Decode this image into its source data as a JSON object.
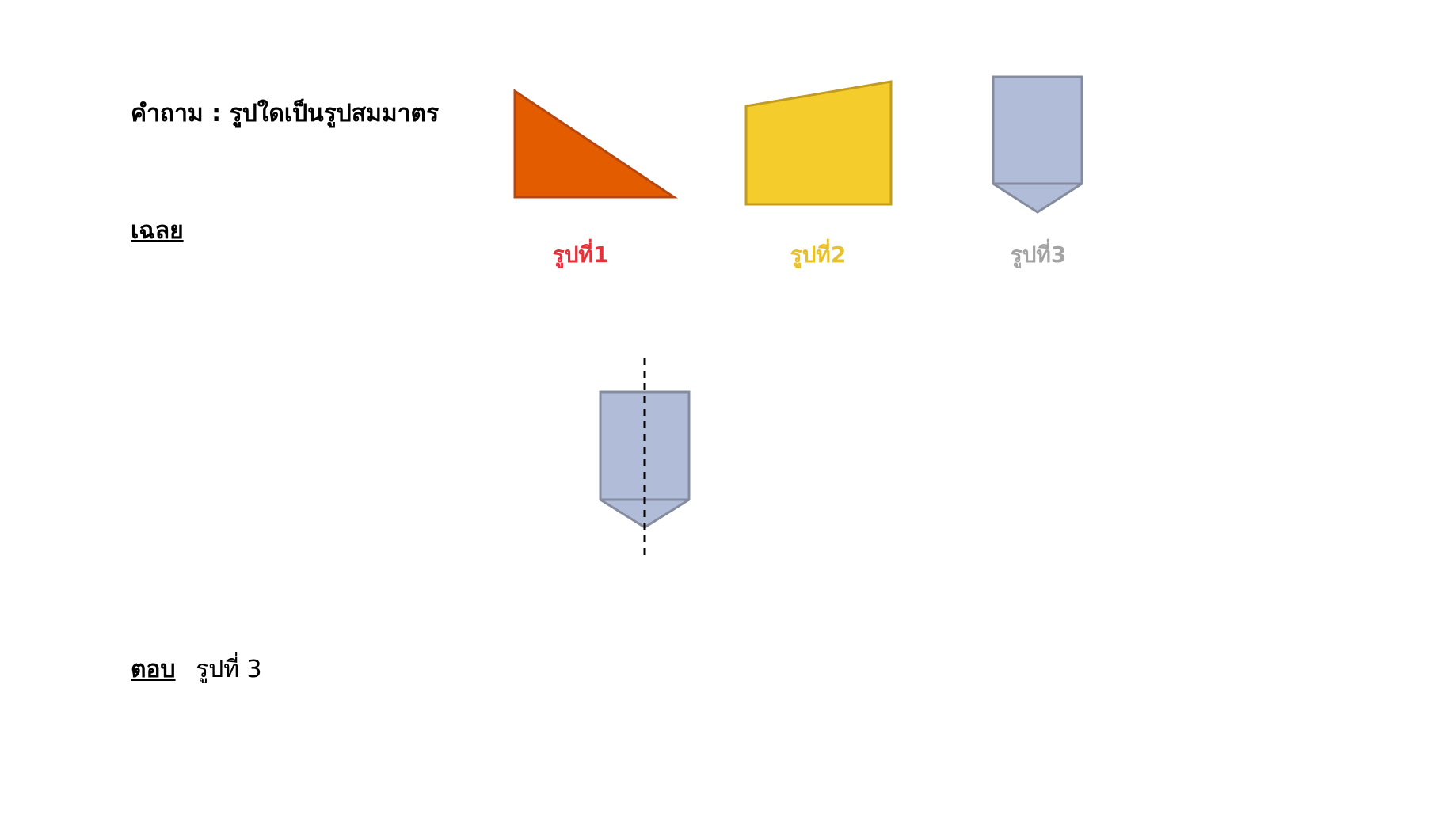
{
  "question": {
    "text": "คำถาม :  รูปใดเป็นรูปสมมาตร"
  },
  "solution": {
    "label": "เฉลย"
  },
  "answer": {
    "label": "ตอบ",
    "value": "รูปที่ 3"
  },
  "figures": [
    {
      "caption": "รูปที่1",
      "shape": "right-triangle",
      "fill": "#e35d00",
      "stroke": "#b8470f",
      "caption_color": "#e8303a"
    },
    {
      "caption": "รูปที่2",
      "shape": "trapezoid",
      "fill": "#f4cc2c",
      "stroke": "#c19c1e",
      "caption_color": "#e8c12a"
    },
    {
      "caption": "รูปที่3",
      "shape": "pentagon-arrow",
      "fill": "#b0bcd8",
      "stroke": "#858c9f",
      "caption_color": "#a3a3a3"
    }
  ],
  "symmetry_demo": {
    "shape": "pentagon-arrow",
    "fill": "#b0bcd8",
    "stroke": "#858c9f",
    "axis_color": "#000000",
    "axis_style": "dashed"
  }
}
